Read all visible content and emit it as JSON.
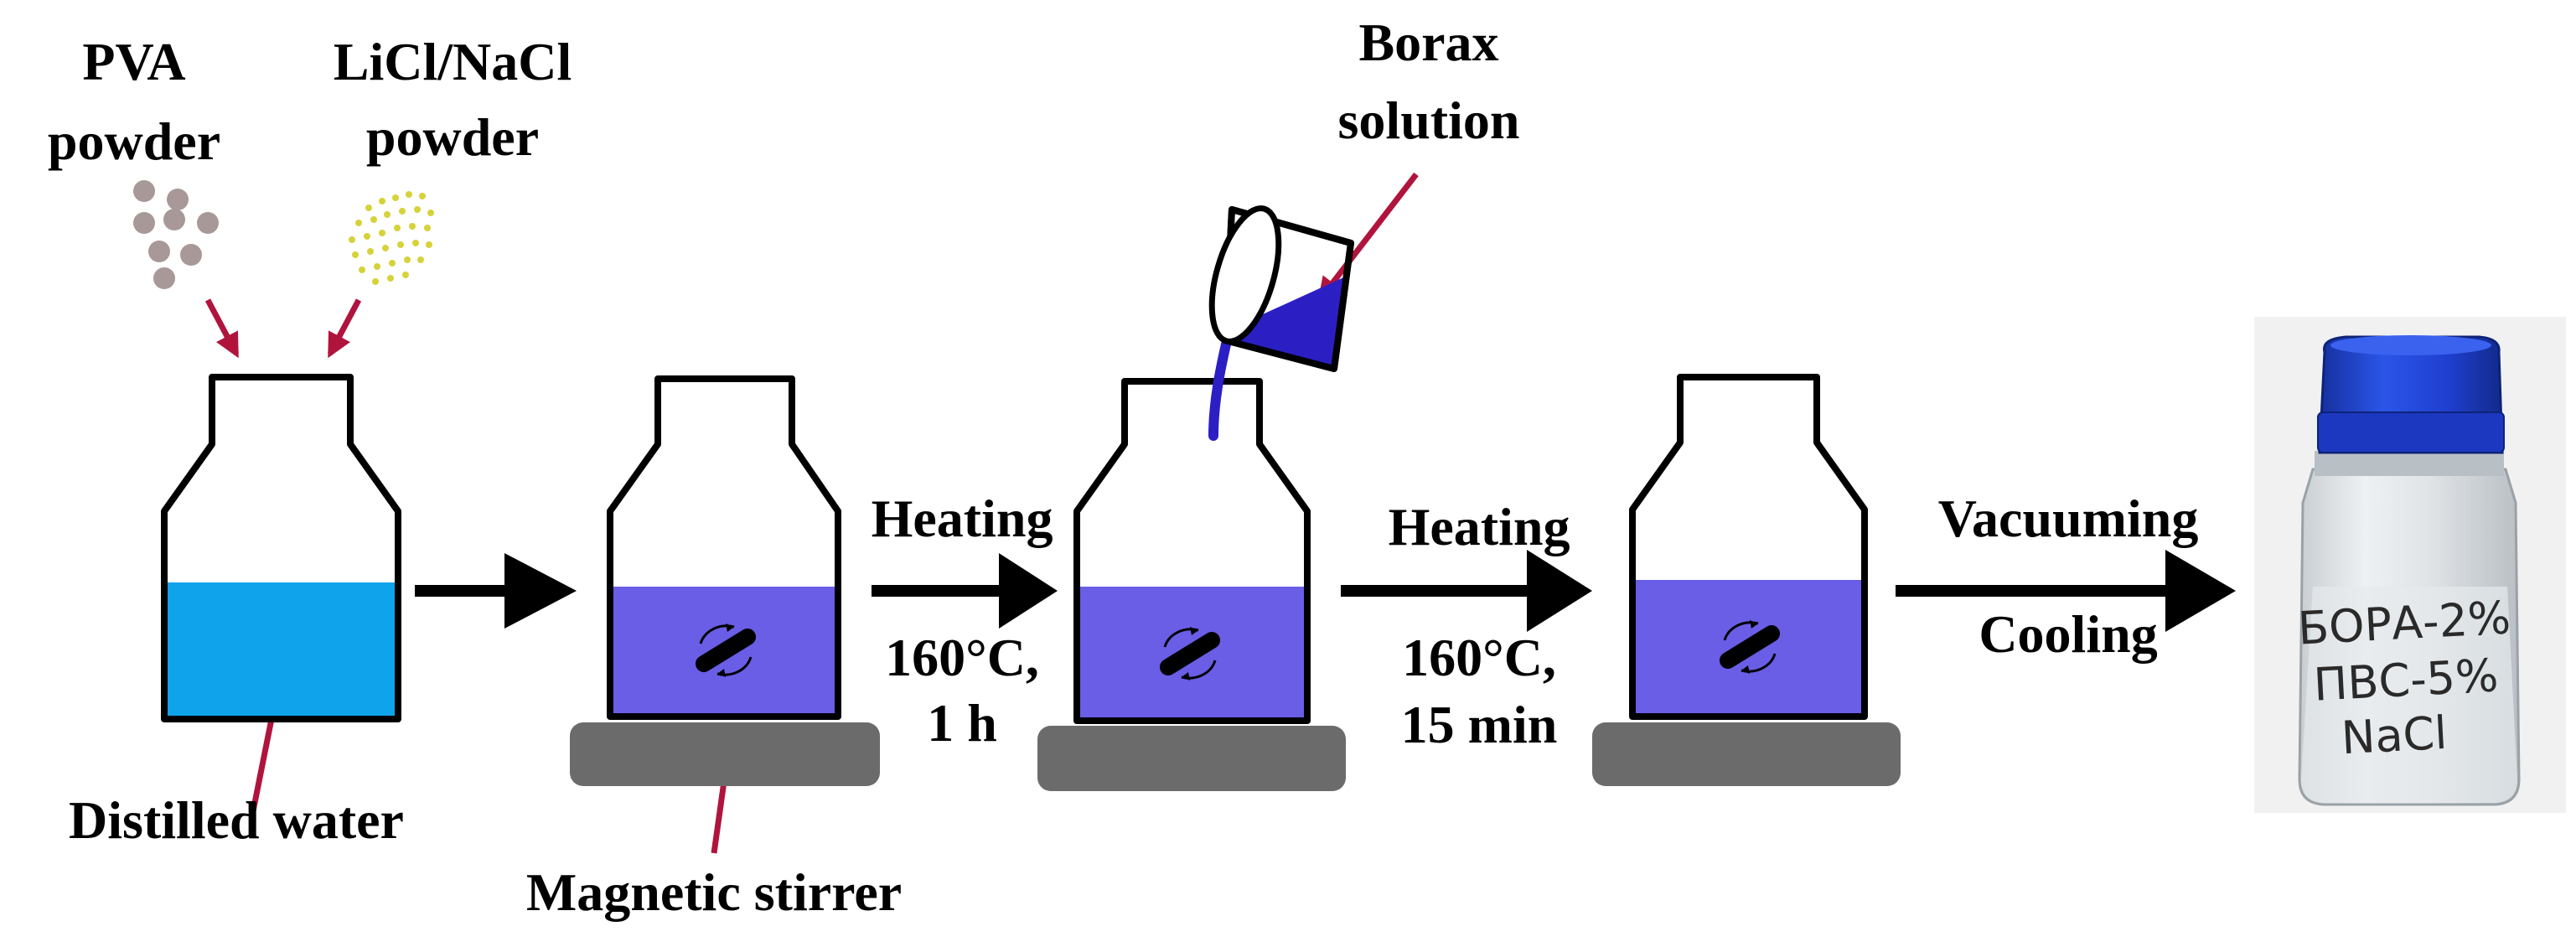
{
  "colors": {
    "water": "#0fa3ec",
    "solution": "#6a5ee6",
    "borax": "#2b1fc4",
    "stirrer_base": "#6b6b6b",
    "pointer_arrow": "#b0143c",
    "pva_particles": "#a89898",
    "salt_particles": "#d6d23a",
    "cap": "#1f3fd8"
  },
  "labels": {
    "pva_line1": "PVA",
    "pva_line2": "powder",
    "salt_line1": "LiCl/NaCl",
    "salt_line2": "powder",
    "borax_line1": "Borax",
    "borax_line2": "solution",
    "distilled_water": "Distilled water",
    "magnetic_stirrer": "Magnetic stirrer"
  },
  "steps": {
    "heating1": {
      "label": "Heating",
      "cond_line1": "160°C,",
      "cond_line2": "1 h"
    },
    "heating2": {
      "label": "Heating",
      "cond_line1": "160°C,",
      "cond_line2": "15 min"
    },
    "final": {
      "label_top": "Vacuuming",
      "label_bottom": "Cooling"
    }
  },
  "photo": {
    "handwriting_line1": "БОРА-2%",
    "handwriting_line2": "ПВС-5%",
    "handwriting_line3": "NaCl"
  },
  "icons": {
    "stir_bar": "stir-bar-icon",
    "rotation": "rotation-arrows-icon",
    "beaker": "pouring-beaker-icon",
    "process_arrow": "right-arrow-icon",
    "pointer": "pointer-arrow-icon"
  }
}
